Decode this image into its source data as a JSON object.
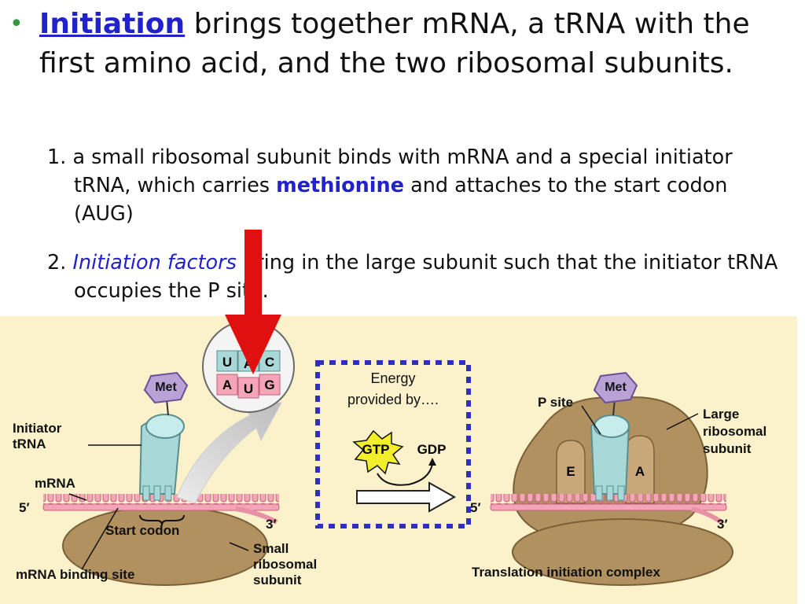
{
  "bullet": {
    "term": "Initiation",
    "rest": " brings together mRNA, a tRNA with the first amino acid, and the two ribosomal subunits."
  },
  "step1": {
    "num": "1.",
    "a": "a small ribosomal subunit binds with mRNA and a special initiator tRNA, which carries ",
    "highlight": "methionine",
    "b": " and attaches to the start codon (AUG)"
  },
  "step2": {
    "num": "2.",
    "highlight": "Initiation factors",
    "rest": " bring in the large subunit such that the initiator tRNA occupies the P site."
  },
  "diagram": {
    "left": {
      "met": "Met",
      "initiator_trna": [
        "Initiator",
        "tRNA"
      ],
      "mrna": "mRNA",
      "five_prime": "5′",
      "three_prime": "3′",
      "start_codon": "Start codon",
      "mrna_binding_site": "mRNA binding site",
      "small_subunit": [
        "Small",
        "ribosomal",
        "subunit"
      ]
    },
    "inset": {
      "anticodon": [
        "U",
        "A",
        "C"
      ],
      "codon": [
        "A",
        "U",
        "G"
      ]
    },
    "energy": {
      "text": [
        "Energy",
        "provided by…."
      ],
      "gtp": "GTP",
      "gdp": "GDP"
    },
    "right": {
      "p_site": "P site",
      "met": "Met",
      "large_subunit": [
        "Large",
        "ribosomal",
        "subunit"
      ],
      "e_site": "E",
      "a_site": "A",
      "five_prime": "5′",
      "three_prime": "3′",
      "caption": "Translation initiation complex"
    }
  },
  "colors": {
    "bullet_dot": "#2e9c3a",
    "term": "#2222cc",
    "panel": "#fbf2cc",
    "arrow": "#e01010",
    "dotted_box": "#3030c0",
    "ribosome": "#b0915f",
    "trna": "#a8d8d8",
    "mrna": "#f4a6b8"
  }
}
